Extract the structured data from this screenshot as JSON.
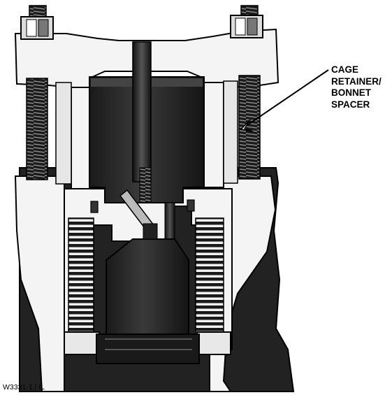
{
  "callout": {
    "lines": [
      "CAGE",
      "RETAINER/",
      "BONNET",
      "SPACER"
    ]
  },
  "figure_id": "W3331-1 / IL",
  "colors": {
    "body_fill": "#2b2b2b",
    "dark": "#111111",
    "light": "#f4f4f4",
    "line": "#000000",
    "shade": "#555555"
  }
}
